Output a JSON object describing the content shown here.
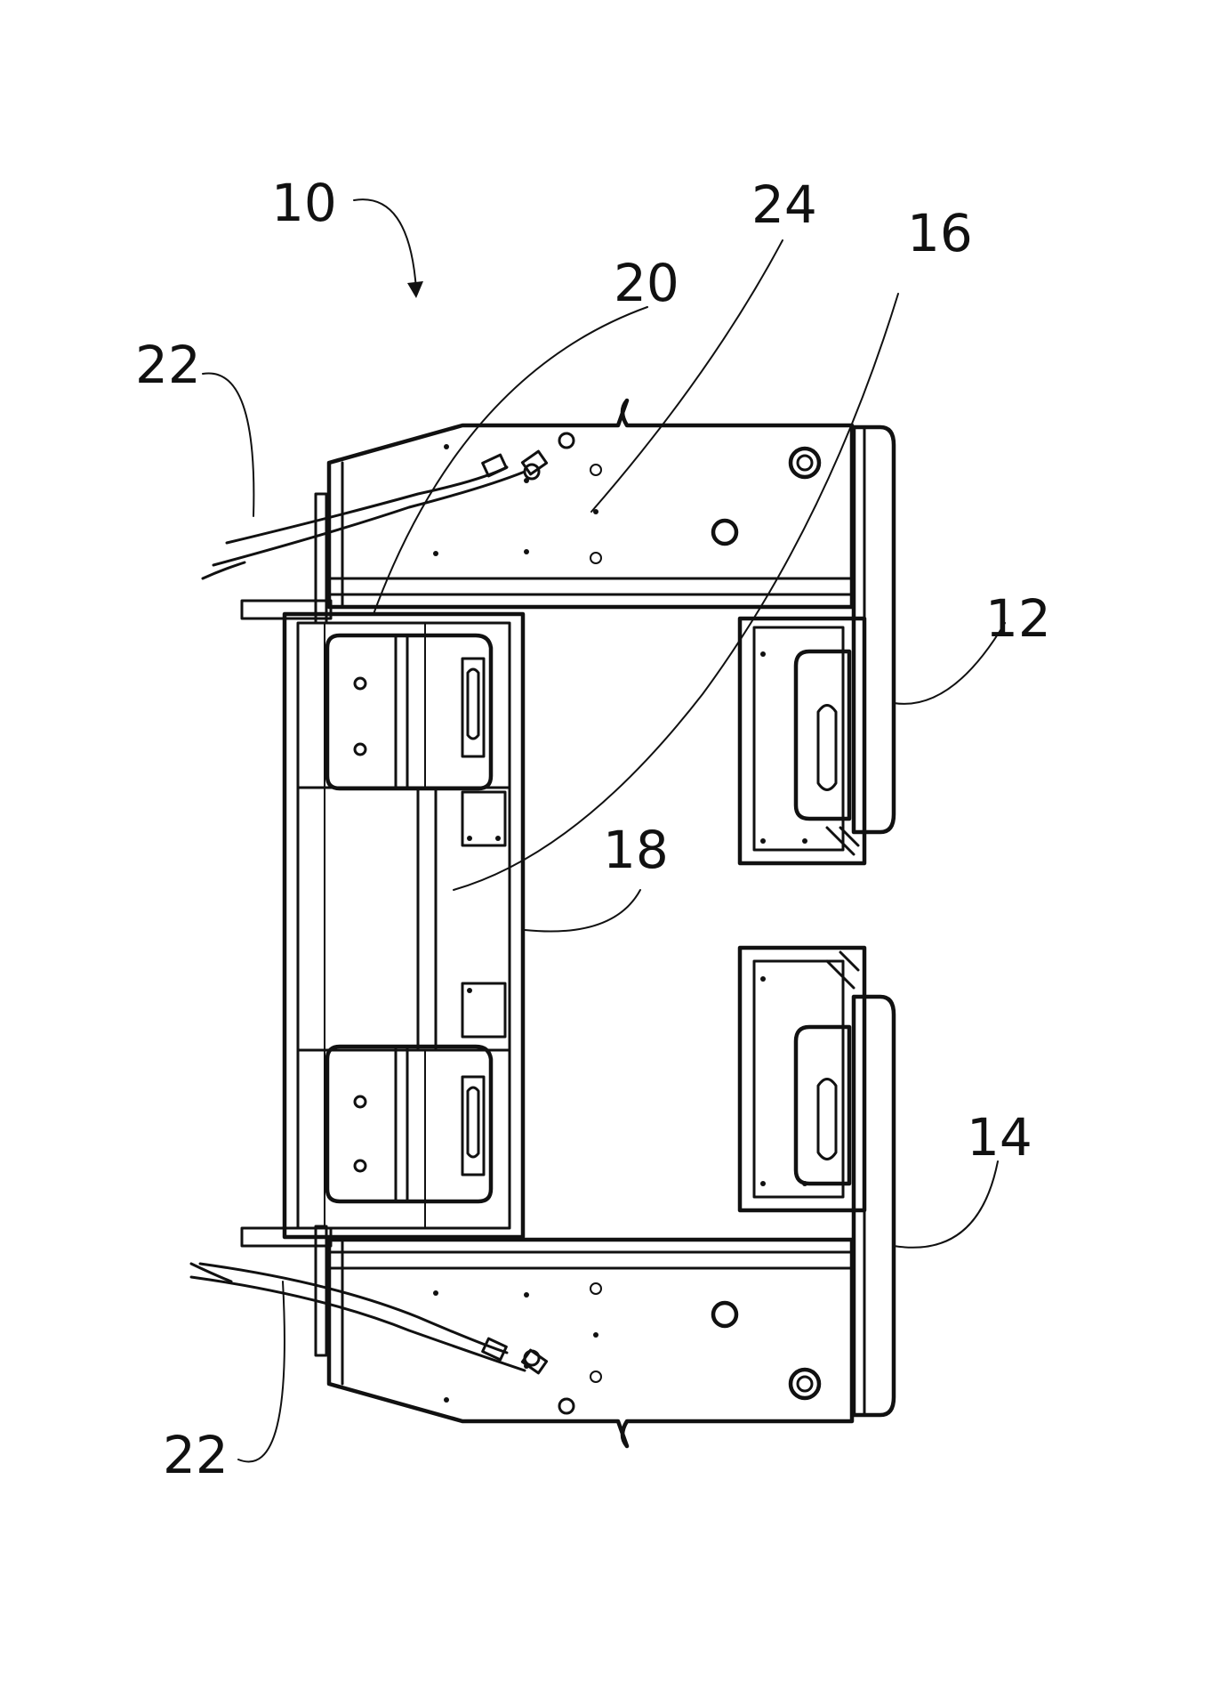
{
  "figure": {
    "reference_numerals": {
      "assembly": "10",
      "first_pad": "12",
      "second_pad": "14",
      "cable": "16",
      "frame": "18",
      "connector": "20",
      "hose_top": "22",
      "hose_bottom": "22",
      "plate": "24"
    }
  }
}
